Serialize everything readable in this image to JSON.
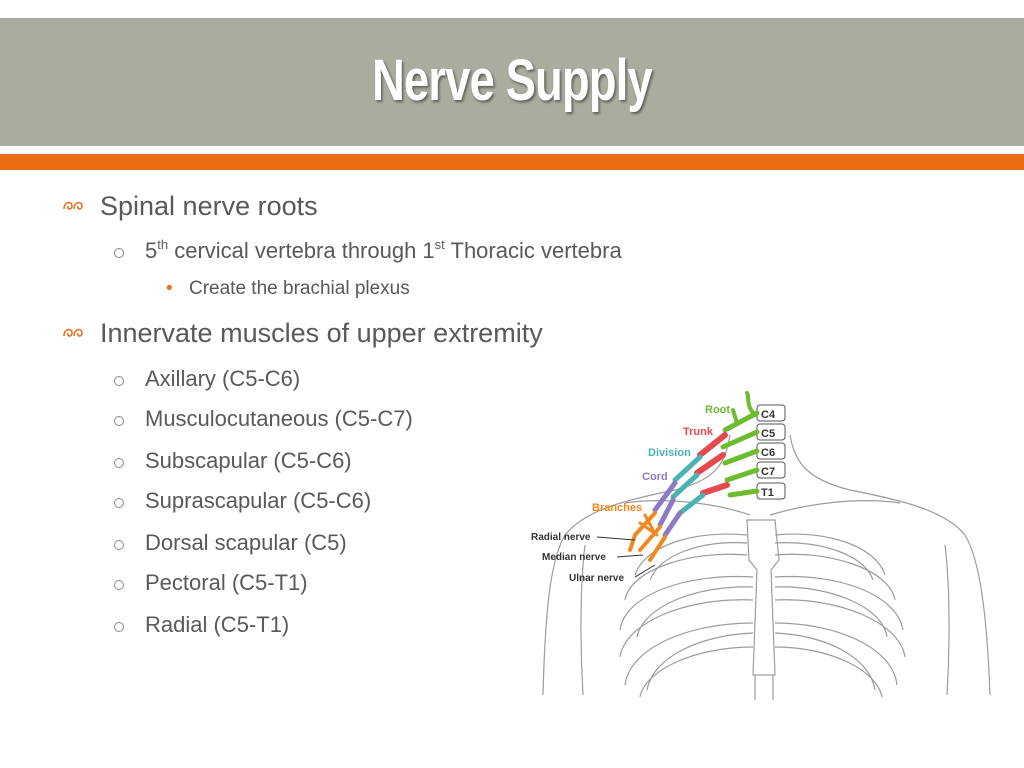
{
  "slide": {
    "title": "Nerve Supply"
  },
  "bullets": {
    "roots": {
      "text": "Spinal nerve roots",
      "sub": {
        "pre": "5",
        "sup1": "th",
        "mid": " cervical vertebra through 1",
        "sup2": "st",
        "post": " Thoracic vertebra",
        "detail": "Create the brachial plexus"
      }
    },
    "innervate": {
      "text": "Innervate muscles of upper extremity",
      "items": [
        "Axillary (C5-C6)",
        "Musculocutaneous (C5-C7)",
        "Subscapular (C5-C6)",
        "Suprascapular (C5-C6)",
        "Dorsal scapular (C5)",
        "Pectoral (C5-T1)",
        "Radial (C5-T1)"
      ]
    }
  },
  "diagram": {
    "labels": {
      "root": "Root",
      "trunk": "Trunk",
      "division": "Division",
      "cord": "Cord",
      "branches": "Branches",
      "radial": "Radial nerve",
      "median": "Median nerve",
      "ulnar": "Ulnar nerve"
    },
    "vertebrae": [
      "C4",
      "C5",
      "C6",
      "C7",
      "T1"
    ],
    "colors": {
      "root": "#6dbb2f",
      "trunk": "#e5484d",
      "division": "#49b3b3",
      "cord": "#8c7bc4",
      "branches": "#f08a1e",
      "accent": "#ea6b14",
      "title_bar": "#a9ad9e"
    }
  }
}
